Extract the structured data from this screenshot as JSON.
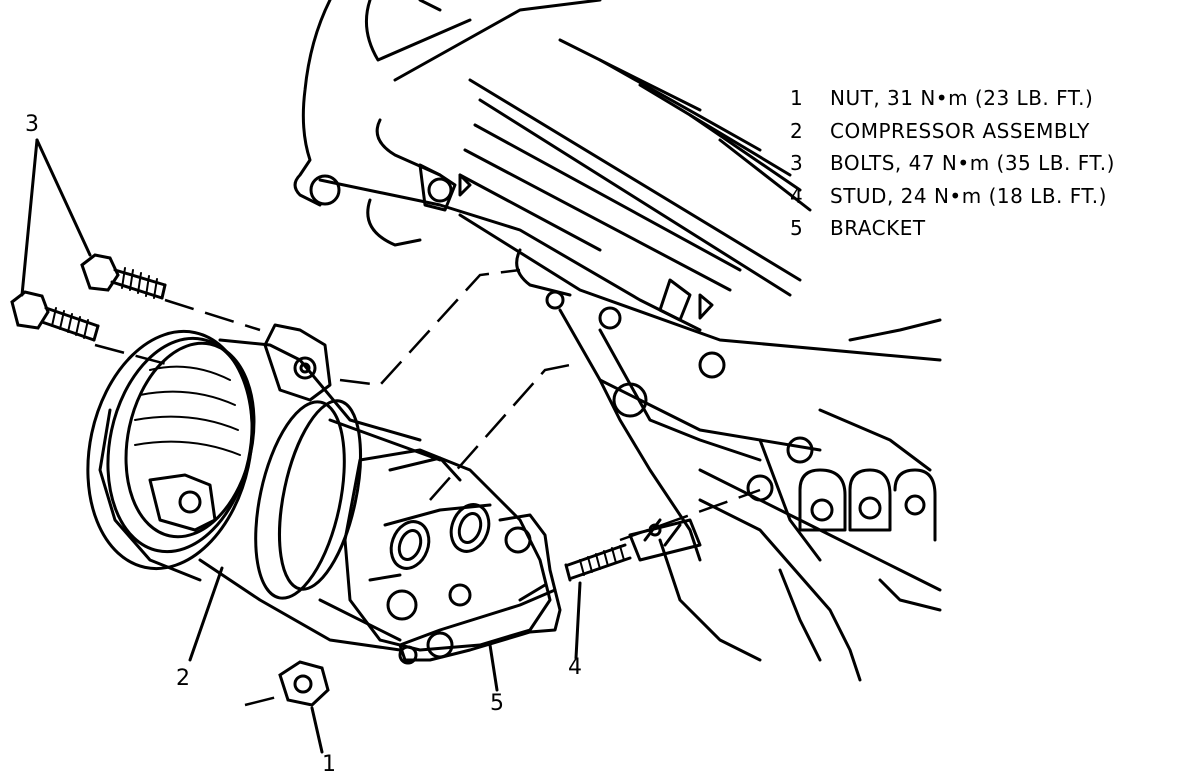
{
  "legend": [
    {
      "num": "1",
      "text": "NUT, 31 N•m (23 LB. FT.)"
    },
    {
      "num": "2",
      "text": "COMPRESSOR ASSEMBLY"
    },
    {
      "num": "3",
      "text": "BOLTS, 47 N•m (35 LB. FT.)"
    },
    {
      "num": "4",
      "text": "STUD, 24 N•m (18 LB. FT.)"
    },
    {
      "num": "5",
      "text": "BRACKET"
    }
  ],
  "callouts": {
    "bolts": "3",
    "compressor": "2",
    "nut": "1",
    "bracket": "5",
    "stud": "4"
  }
}
